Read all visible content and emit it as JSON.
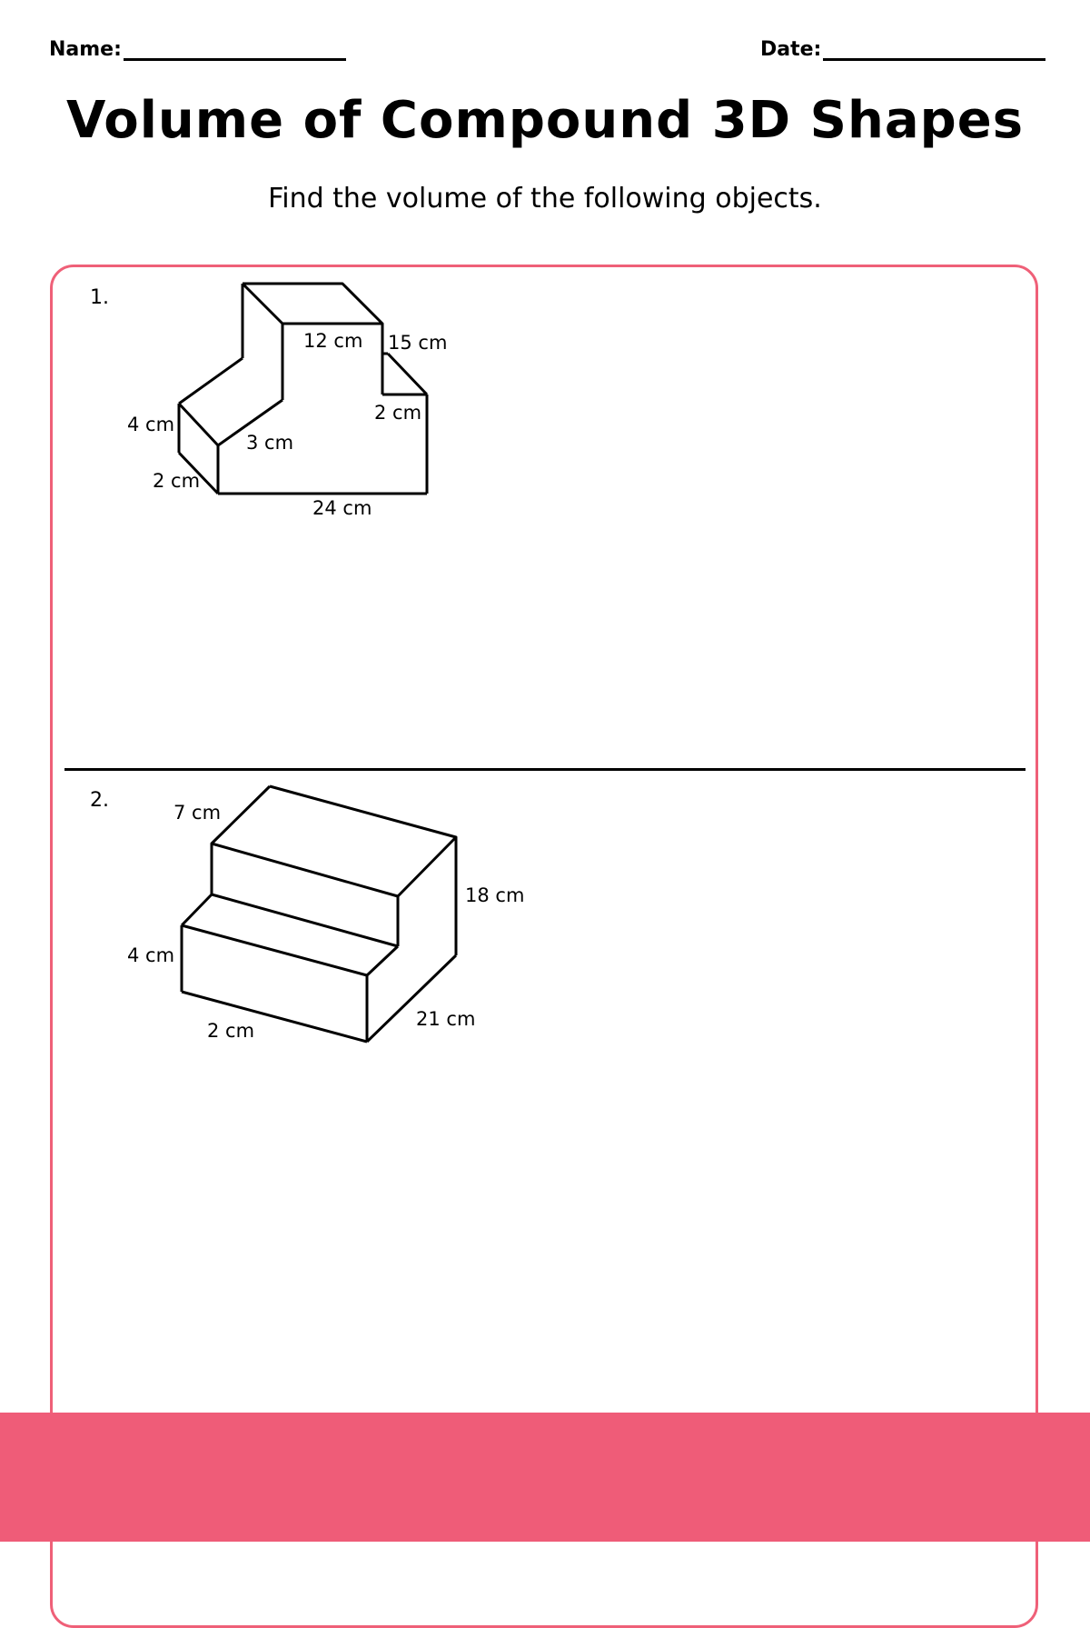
{
  "header": {
    "name_label": "Name:",
    "date_label": "Date:"
  },
  "title": "Volume of Compound 3D Shapes",
  "instructions": "Find the volume of the following objects.",
  "colors": {
    "accent": "#ef5c78",
    "border": "#ef6078",
    "ink": "#000000"
  },
  "problems": [
    {
      "number": "1.",
      "shape": "L-shaped compound prism",
      "labels": {
        "top_width": "12 cm",
        "right_height": "15 cm",
        "step_height": "2 cm",
        "depth": "3 cm",
        "left_height": "4 cm",
        "left_depth": "2 cm",
        "base_length": "24 cm"
      }
    },
    {
      "number": "2.",
      "shape": "Two-step staircase prism",
      "labels": {
        "top_depth": "7 cm",
        "total_height": "18 cm",
        "step_height": "4 cm",
        "step_depth": "2 cm",
        "length": "21 cm"
      }
    }
  ]
}
